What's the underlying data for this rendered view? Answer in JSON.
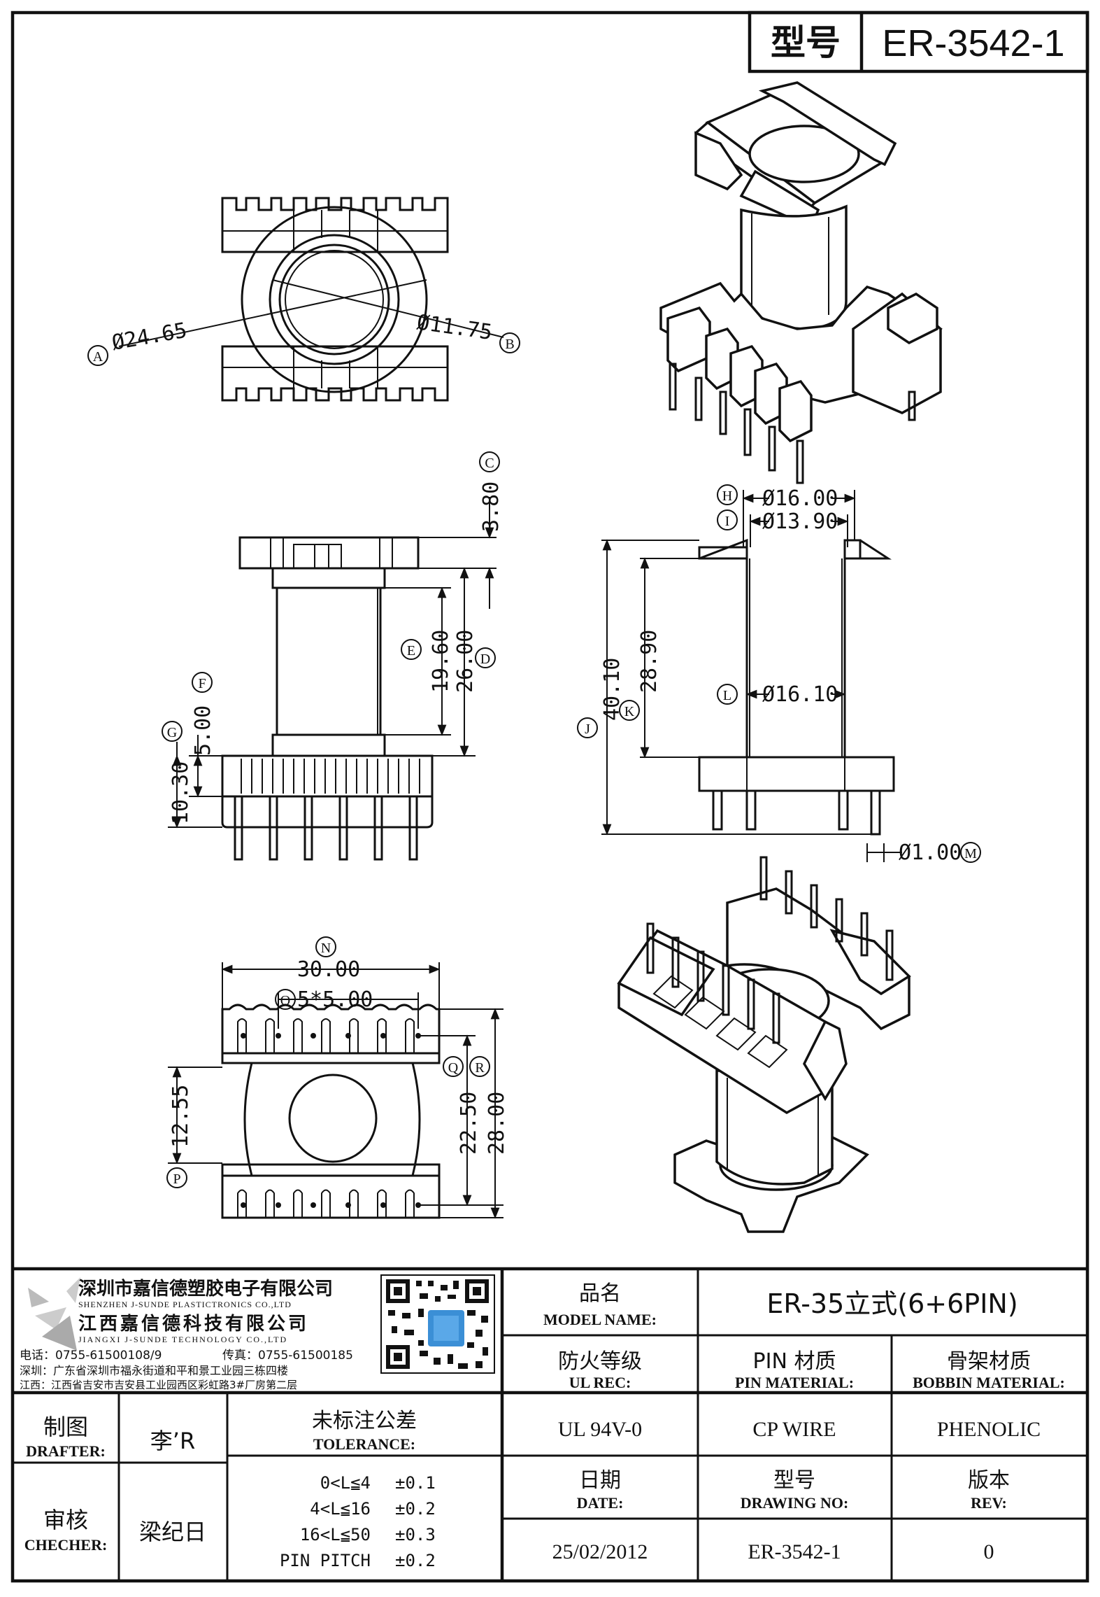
{
  "header": {
    "model_label": "型号",
    "model_value": "ER-3542-1"
  },
  "dims": {
    "A": "A",
    "B": "B",
    "C": "C",
    "D": "D",
    "E": "E",
    "F": "F",
    "G": "G",
    "H": "H",
    "I": "I",
    "J": "J",
    "K": "K",
    "L": "L",
    "M": "M",
    "N": "N",
    "O": "O",
    "P": "P",
    "Q": "Q",
    "R": "R",
    "dia_outer": "Ø24.65",
    "dia_inner": "Ø11.75",
    "v_3_80": "3.80",
    "v_19_60": "19.60",
    "v_26_00": "26.00",
    "v_5_00": "5.00",
    "v_10_30": "10.30",
    "h_16_00": "Ø16.00",
    "h_13_90": "Ø13.90",
    "h_16_10": "Ø16.10",
    "v_40_10": "40.10",
    "v_28_90": "28.90",
    "pin_dia": "Ø1.00",
    "w_30_00": "30.00",
    "pitch": "5*5.00",
    "v_12_55": "12.55",
    "v_22_50": "22.50",
    "v_28_00": "28.00"
  },
  "company": {
    "name_cn_1": "深圳市嘉信德塑胶电子有限公司",
    "name_en_1": "SHENZHEN J-SUNDE PLASTICTRONICS CO.,LTD",
    "name_cn_2": "江西嘉信德科技有限公司",
    "name_en_2": "JIANGXI J-SUNDE TECHNOLOGY CO.,LTD",
    "phone": "电话：0755-61500108/9",
    "fax": "传真：0755-61500185",
    "addr_sz": "深圳：广东省深圳市福永街道和平和景工业园三栋四楼",
    "addr_jx": "江西：江西省吉安市吉安县工业园西区彩虹路3#厂房第二层"
  },
  "title_block": {
    "model_name_cn": "品名",
    "model_name_en": "MODEL NAME:",
    "model_name_value": "ER-35立式(6+6PIN)",
    "ul_cn": "防火等级",
    "ul_en": "UL REC:",
    "ul_value": "UL 94V-0",
    "pin_cn": "PIN 材质",
    "pin_en": "PIN MATERIAL:",
    "pin_value": "CP WIRE",
    "bobbin_cn": "骨架材质",
    "bobbin_en": "BOBBIN MATERIAL:",
    "bobbin_value": "PHENOLIC",
    "drafter_cn": "制图",
    "drafter_en": "DRAFTER:",
    "drafter_value": "李’R",
    "checker_cn": "审核",
    "checker_en": "CHECHER:",
    "checker_value": "梁纪日",
    "tol_cn": "未标注公差",
    "tol_en": "TOLERANCE:",
    "tol_rows": [
      {
        "range": "0<L≦4",
        "value": "±0.1"
      },
      {
        "range": "4<L≦16",
        "value": "±0.2"
      },
      {
        "range": "16<L≦50",
        "value": "±0.3"
      },
      {
        "range": "PIN PITCH",
        "value": "±0.2"
      }
    ],
    "date_cn": "日期",
    "date_en": "DATE:",
    "date_value": "25/02/2012",
    "drawing_cn": "型号",
    "drawing_en": "DRAWING NO:",
    "drawing_value": "ER-3542-1",
    "rev_cn": "版本",
    "rev_en": "REV:",
    "rev_value": "0"
  }
}
